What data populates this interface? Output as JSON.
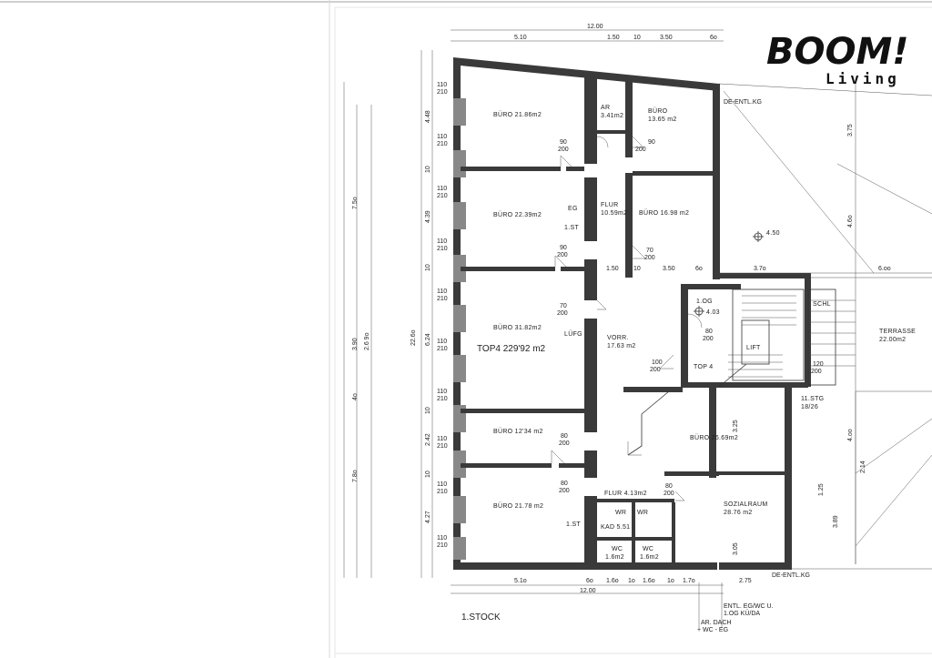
{
  "logo": {
    "brand": "BOOM!",
    "tagline": "Living"
  },
  "floor_label": "1.STOCK",
  "unit_label": "TOP4  229'92 m2",
  "rooms": [
    {
      "id": "buero1",
      "text": "BÜRO  21.86m2"
    },
    {
      "id": "buero2",
      "text": "BÜRO  22.39m2"
    },
    {
      "id": "buero3",
      "text": "BÜRO  31.82m2"
    },
    {
      "id": "buero4",
      "text": "BÜRO  12'34 m2"
    },
    {
      "id": "buero5",
      "text": "BÜRO  21.78 m2"
    },
    {
      "id": "ar",
      "text": "AR"
    },
    {
      "id": "ar_area",
      "text": "3.41m2"
    },
    {
      "id": "buero6",
      "text": "BÜRO"
    },
    {
      "id": "buero6_area",
      "text": "13.65 m2"
    },
    {
      "id": "buero7",
      "text": "BÜRO 16.98 m2"
    },
    {
      "id": "flur1",
      "text": "FLUR"
    },
    {
      "id": "flur1_area",
      "text": "10.59m2"
    },
    {
      "id": "vorr",
      "text": "VORR."
    },
    {
      "id": "vorr_area",
      "text": "17.63 m2"
    },
    {
      "id": "buero8",
      "text": "BÜRO  26.69m2"
    },
    {
      "id": "flur2",
      "text": "FLUR 4.13m2"
    },
    {
      "id": "sozial",
      "text": "SOZIALRAUM"
    },
    {
      "id": "sozial_area",
      "text": "28.76 m2"
    },
    {
      "id": "wr1",
      "text": "WR"
    },
    {
      "id": "wr2",
      "text": "WR"
    },
    {
      "id": "kad",
      "text": "KAD 5.51"
    },
    {
      "id": "wc1",
      "text": "WC"
    },
    {
      "id": "wc1_area",
      "text": "1.6m2"
    },
    {
      "id": "wc2",
      "text": "WC"
    },
    {
      "id": "wc2_area",
      "text": "1.6m2"
    },
    {
      "id": "terrasse",
      "text": "TERRASSE"
    },
    {
      "id": "terrasse_area",
      "text": "22.00m2"
    },
    {
      "id": "top4_stair",
      "text": "TOP 4"
    },
    {
      "id": "lift",
      "text": "LIFT"
    },
    {
      "id": "og",
      "text": "1.OG"
    },
    {
      "id": "og_level",
      "text": "4.03"
    },
    {
      "id": "luefg",
      "text": "LÜFG"
    },
    {
      "id": "eg",
      "text": "EG"
    },
    {
      "id": "ist1",
      "text": "1.ST"
    },
    {
      "id": "ist2",
      "text": "1.ST"
    },
    {
      "id": "stg",
      "text": "11.STG"
    },
    {
      "id": "stg_dim",
      "text": "18/26"
    },
    {
      "id": "schl",
      "text": "SCHL"
    },
    {
      "id": "level450",
      "text": "4.50"
    }
  ],
  "annotations": [
    {
      "id": "deentl_top",
      "text": "DE-ENTL.KG"
    },
    {
      "id": "deentl_bottom",
      "text": "DE-ENTL.KG"
    },
    {
      "id": "entl1",
      "text": "ENTL. EG/WC U."
    },
    {
      "id": "entl2",
      "text": "1.OG KÜ/DA"
    },
    {
      "id": "ar_dach",
      "text": "AR. DACH"
    },
    {
      "id": "wc_eg",
      "text": "+ WC - EG"
    }
  ],
  "dimensions": {
    "top": [
      "12.00",
      "5.10",
      "1.50",
      "10",
      "3.50",
      "6o"
    ],
    "bottom": [
      "12.00",
      "5.1o",
      "6o",
      "1.6o",
      "1o",
      "1.6o",
      "1o",
      "1.7o",
      "2.75"
    ],
    "mid": [
      "1.50",
      "10",
      "3.50",
      "6o",
      "3.7o",
      "6.oo"
    ],
    "left_total": "22.6o",
    "left": [
      "4.48",
      "10",
      "4.39",
      "10",
      "6.24",
      "10",
      "2.42",
      "10",
      "4.27"
    ],
    "outer_left": [
      "7.5o",
      "3.90",
      "2.6 9o",
      "4o",
      "7.8o"
    ],
    "right": [
      "3.75",
      "4.6o",
      "4.oo",
      "2.14",
      "3.25",
      "3.05",
      "1.25",
      "3.89"
    ],
    "window": [
      "110",
      "210"
    ],
    "door": [
      "90",
      "200"
    ],
    "door2": [
      "80",
      "200"
    ],
    "door3": [
      "70",
      "200"
    ],
    "door4": [
      "100",
      "200"
    ],
    "door5": [
      "120",
      "200"
    ]
  }
}
